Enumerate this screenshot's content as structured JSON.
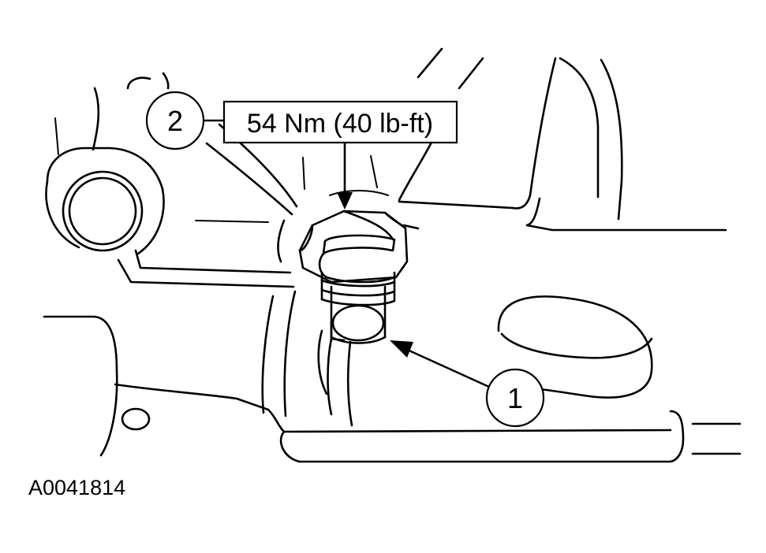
{
  "callouts": [
    {
      "number": "1"
    },
    {
      "number": "2"
    }
  ],
  "torque_spec": "54 Nm (40 lb-ft)",
  "figure_id": "A0041814"
}
